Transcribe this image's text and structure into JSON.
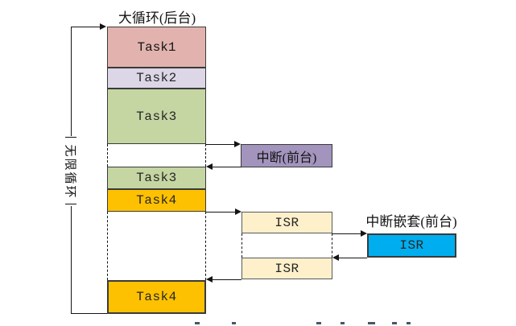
{
  "title": "大循环(后台)",
  "left_loop": {
    "label": "无限循环"
  },
  "background": {
    "blocks": [
      {
        "label": "Task1"
      },
      {
        "label": "Task2"
      },
      {
        "label": "Task3"
      },
      {
        "label": "Task3"
      },
      {
        "label": "Task4"
      },
      {
        "label": "Task4"
      }
    ]
  },
  "foreground": {
    "interrupt": {
      "label": "中断(前台)"
    },
    "isr_first": {
      "label": "ISR"
    },
    "isr_second": {
      "label": "ISR"
    },
    "nested": {
      "title": "中断嵌套(前台)",
      "isr": {
        "label": "ISR"
      }
    }
  },
  "colors": {
    "task1": "#e2b3ae",
    "task2": "#dcd6e7",
    "task3": "#c5d6a2",
    "task4": "#fec101",
    "interrupt": "#a294bd",
    "isr": "#fdf0cb",
    "nested_isr": "#00aeef"
  }
}
